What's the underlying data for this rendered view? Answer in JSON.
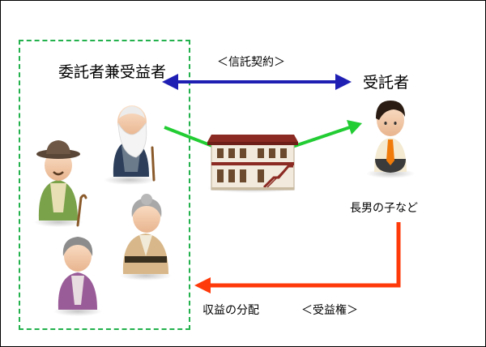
{
  "labels": {
    "settlor_beneficiary": "委託者兼受益者",
    "trustee": "受託者",
    "trust_contract": "＜信託契約＞",
    "eldest_son_child": "長男の子など",
    "profit_distribution": "収益の分配",
    "beneficial_rights": "＜受益権＞"
  },
  "colors": {
    "contract_arrow": "#1f1fb4",
    "transfer_arrow": "#22cc33",
    "distribution_arrow": "#ff3a0a",
    "group_border": "#22b14c"
  }
}
